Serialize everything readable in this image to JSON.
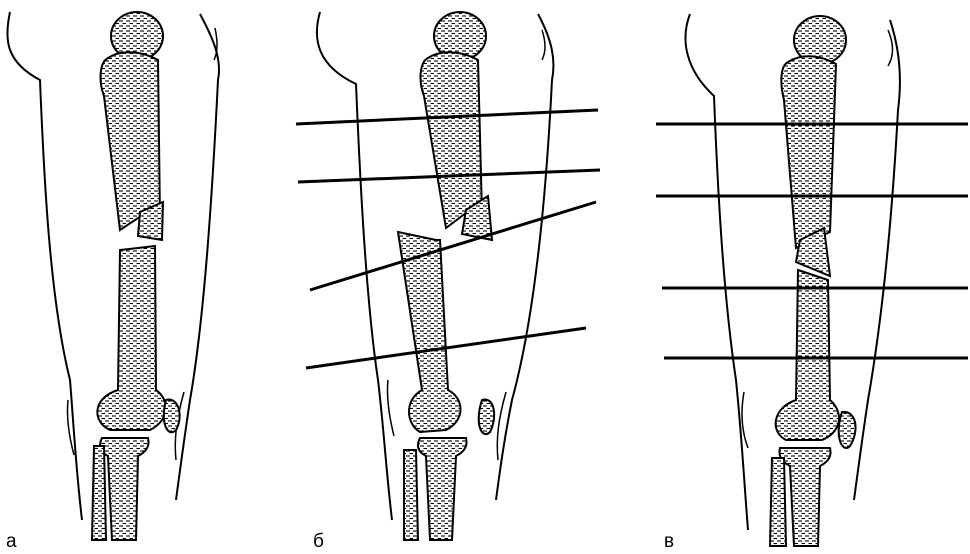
{
  "figure": {
    "panels": [
      {
        "id": "a",
        "label": "а"
      },
      {
        "id": "b",
        "label": "б"
      },
      {
        "id": "c",
        "label": "в"
      }
    ],
    "colors": {
      "ink": "#000000",
      "paper": "#ffffff"
    }
  }
}
